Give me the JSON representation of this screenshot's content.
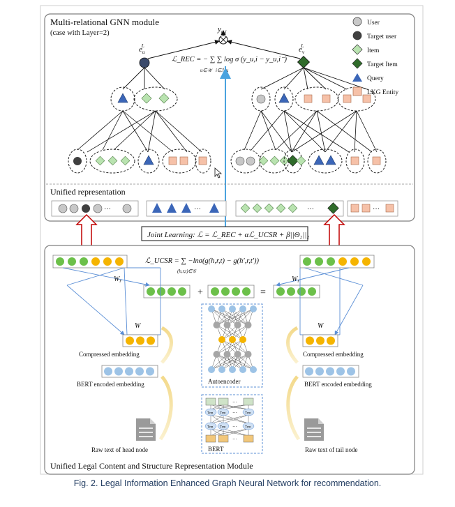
{
  "top_module": {
    "title": "Multi-relational GNN module",
    "subtitle": "(case with Layer=2)",
    "y_label": "y",
    "y_sub": "u,i",
    "eu_label": "e",
    "eu_sub": "u",
    "eu_sup": "L",
    "ev_label": "e",
    "ev_sub": "v",
    "ev_sup": "L",
    "rec_loss": "ℒ_REC = − ∑ ∑ log σ (y_u,i − y_u,i⁻)",
    "rec_loss_sum1": "u∈𝒰",
    "rec_loss_sum2": "i∈ℐ_u",
    "unified_label": "Unified representation",
    "ellipsis": "···"
  },
  "legend": [
    {
      "label": "User",
      "shape": "circle",
      "color": "#c8c8c8"
    },
    {
      "label": "Target user",
      "shape": "circle",
      "color": "#404040"
    },
    {
      "label": "Item",
      "shape": "diamond",
      "color": "#b9e3b0"
    },
    {
      "label": "Target Item",
      "shape": "diamond",
      "color": "#2f6b2a"
    },
    {
      "label": "Query",
      "shape": "triangle",
      "color": "#3b66b8"
    },
    {
      "label": "LKG Entity",
      "shape": "square",
      "color": "#f6c1a8"
    }
  ],
  "joint_learning": "Joint Learning: ℒ = ℒ_REC + αℒ_UCSR + β||Θ₂||₂",
  "bottom_module": {
    "title": "Unified Legal Content and Structure Representation Module",
    "ucsr_loss": "ℒ_UCSR = ∑ −lnσ(g(h,r,t) − g(h′,r,t′))",
    "ucsr_sum": "(h,r,t)∈𝒢",
    "wr": "W",
    "wr_sub": "r",
    "w": "W",
    "plus": "+",
    "equals": "=",
    "compressed_left": "Compressed embedding",
    "compressed_right": "Compressed embedding",
    "bert_left": "BERT encoded embedding",
    "bert_right": "BERT encoded  embedding",
    "raw_left": "Raw text of head node",
    "raw_right": "Raw text of tail node",
    "autoencoder": "Autoencoder",
    "bert": "BERT",
    "trm": "Trm",
    "ellipsis": "···"
  },
  "caption": "Fig. 2.  Legal Information Enhanced Graph Neural Network for recommendation.",
  "colors": {
    "green_dot": "#6cc04a",
    "orange_dot": "#f5b400",
    "blue_dot": "#9dc3e6",
    "grey_node": "#a6a6a6",
    "arrow_red": "#c00000",
    "vline": "#4aa3df",
    "blue_line": "#5b8fd6"
  }
}
